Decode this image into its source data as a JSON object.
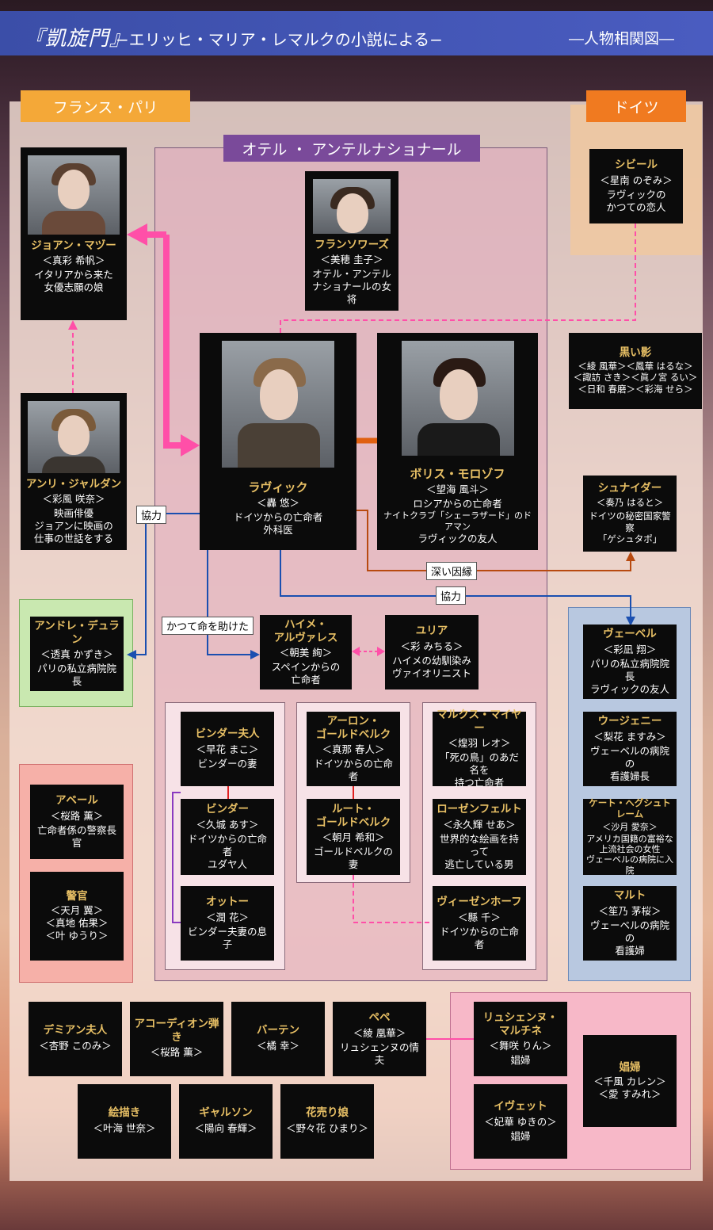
{
  "header": {
    "title": "『凱旋門』",
    "subtitle": "−エリッヒ・マリア・レマルクの小説による−",
    "chart_name": "―人物相関図―"
  },
  "regions": {
    "france": "フランス・パリ",
    "germany": "ドイツ",
    "hotel": "オテル ・ アンテルナショナール"
  },
  "links": {
    "cooperate1": "協力",
    "cooperate2": "協力",
    "saved": "かつて命を助けた",
    "fate": "深い因縁"
  },
  "colors": {
    "pink": "#ff4fa8",
    "blue": "#1a4fb0",
    "orange": "#b84a10",
    "purple": "#8a3ac0",
    "red": "#e02020",
    "gold": "#e8c065"
  },
  "characters": {
    "joan": {
      "name": "ジョアン・マヅー",
      "actor": "＜真彩 希帆＞",
      "desc1": "イタリアから来た",
      "desc2": "女優志願の娘"
    },
    "henri": {
      "name": "アンリ・ジャルダン",
      "actor": "＜彩風 咲奈＞",
      "desc1": "映画俳優",
      "desc2": "ジョアンに映画の",
      "desc3": "仕事の世話をする"
    },
    "andre": {
      "name": "アンドレ・デュラン",
      "actor": "＜透真 かずき＞",
      "desc1": "パリの私立病院院長"
    },
    "abel": {
      "name": "アベール",
      "actor": "＜桜路 薫＞",
      "desc1": "亡命者係の警察長官"
    },
    "police": {
      "name": "警官",
      "actor1": "＜天月 翼＞",
      "actor2": "＜真地 佑果＞",
      "actor3": "＜叶 ゆうり＞"
    },
    "francoise": {
      "name": "フランソワーズ",
      "actor": "＜美穂 圭子＞",
      "desc1": "オテル・アンテル",
      "desc2": "ナショナールの女将"
    },
    "ravic": {
      "name": "ラヴィック",
      "actor": "＜轟 悠＞",
      "desc1": "ドイツからの亡命者",
      "desc2": "外科医"
    },
    "boris": {
      "name": "ボリス・モロゾフ",
      "actor": "＜望海 風斗＞",
      "desc1": "ロシアからの亡命者",
      "desc2": "ナイトクラブ「シェーラザード」のドアマン",
      "desc3": "ラヴィックの友人"
    },
    "jaime": {
      "name1": "ハイメ・",
      "name2": "アルヴァレス",
      "actor": "＜朝美 絢＞",
      "desc1": "スペインからの",
      "desc2": "亡命者"
    },
    "yulia": {
      "name": "ユリア",
      "actor": "＜彩 みちる＞",
      "desc1": "ハイメの幼馴染み",
      "desc2": "ヴァイオリニスト"
    },
    "mrs_binder": {
      "name": "ビンダー夫人",
      "actor": "＜早花 まこ＞",
      "desc1": "ビンダーの妻"
    },
    "binder": {
      "name": "ビンダー",
      "actor": "＜久城 あす＞",
      "desc1": "ドイツからの亡命者",
      "desc2": "ユダヤ人"
    },
    "otto": {
      "name": "オットー",
      "actor": "＜潤 花＞",
      "desc1": "ビンダー夫妻の息子"
    },
    "aaron": {
      "name1": "アーロン・",
      "name2": "ゴールドベルク",
      "actor": "＜真那 春人＞",
      "desc1": "ドイツからの亡命者"
    },
    "ruth": {
      "name1": "ルート・",
      "name2": "ゴールドベルク",
      "actor": "＜朝月 希和＞",
      "desc1": "ゴールドベルクの妻"
    },
    "marcus": {
      "name": "マルクス・マイヤー",
      "actor": "＜煌羽 レオ＞",
      "desc1": "「死の鳥」のあだ名を",
      "desc2": "持つ亡命者"
    },
    "rosenfeld": {
      "name": "ローゼンフェルト",
      "actor": "＜永久輝 せあ＞",
      "desc1": "世界的な絵画を持って",
      "desc2": "逃亡している男"
    },
    "wiesenhof": {
      "name": "ヴィーゼンホーフ",
      "actor": "＜縣 千＞",
      "desc1": "ドイツからの亡命者"
    },
    "sibylle": {
      "name": "シビール",
      "actor": "＜星南 のぞみ＞",
      "desc1": "ラヴィックの",
      "desc2": "かつての恋人"
    },
    "shadow": {
      "name": "黒い影",
      "actor1": "＜綾 風華＞＜鳳華 はるな＞",
      "actor2": "＜諏訪 さき＞＜眞ノ宮 るい＞",
      "actor3": "＜日和 春磨＞＜彩海 せら＞"
    },
    "schneider": {
      "name": "シュナイダー",
      "actor": "＜奏乃 はると＞",
      "desc1": "ドイツの秘密国家警察",
      "desc2": "「ゲシュタポ」"
    },
    "weber": {
      "name": "ヴェーベル",
      "actor": "＜彩凪 翔＞",
      "desc1": "パリの私立病院院長",
      "desc2": "ラヴィックの友人"
    },
    "eugenie": {
      "name": "ウージェニー",
      "actor": "＜梨花 ますみ＞",
      "desc1": "ヴェーベルの病院の",
      "desc2": "看護婦長"
    },
    "kate": {
      "name": "ケート・ヘグシュトレーム",
      "actor": "＜沙月 愛奈＞",
      "desc1": "アメリカ国籍の富裕な",
      "desc2": "上流社会の女性",
      "desc3": "ヴェーベルの病院に入院"
    },
    "marthe": {
      "name": "マルト",
      "actor": "＜笙乃 茅桜＞",
      "desc1": "ヴェーベルの病院の",
      "desc2": "看護婦"
    },
    "demian": {
      "name": "デミアン夫人",
      "actor": "＜杏野 このみ＞"
    },
    "accordion": {
      "name": "アコーディオン弾き",
      "actor": "＜桜路 薫＞"
    },
    "bartender": {
      "name": "バーテン",
      "actor": "＜橘 幸＞"
    },
    "pepe": {
      "name": "ペペ",
      "actor": "＜綾 凰華＞",
      "desc1": "リュシェンヌの情夫"
    },
    "lucienne": {
      "name1": "リュシェンヌ・",
      "name2": "マルチネ",
      "actor": "＜舞咲 りん＞",
      "desc1": "娼婦"
    },
    "yvette": {
      "name": "イヴェット",
      "actor": "＜妃華 ゆきの＞",
      "desc1": "娼婦"
    },
    "prostitutes": {
      "name": "娼婦",
      "actor1": "＜千風 カレン＞",
      "actor2": "＜愛 すみれ＞"
    },
    "painter": {
      "name": "絵描き",
      "actor": "＜叶海 世奈＞"
    },
    "garcon": {
      "name": "ギャルソン",
      "actor": "＜陽向 春輝＞"
    },
    "flower": {
      "name": "花売り娘",
      "actor": "＜野々花 ひまり＞"
    }
  }
}
